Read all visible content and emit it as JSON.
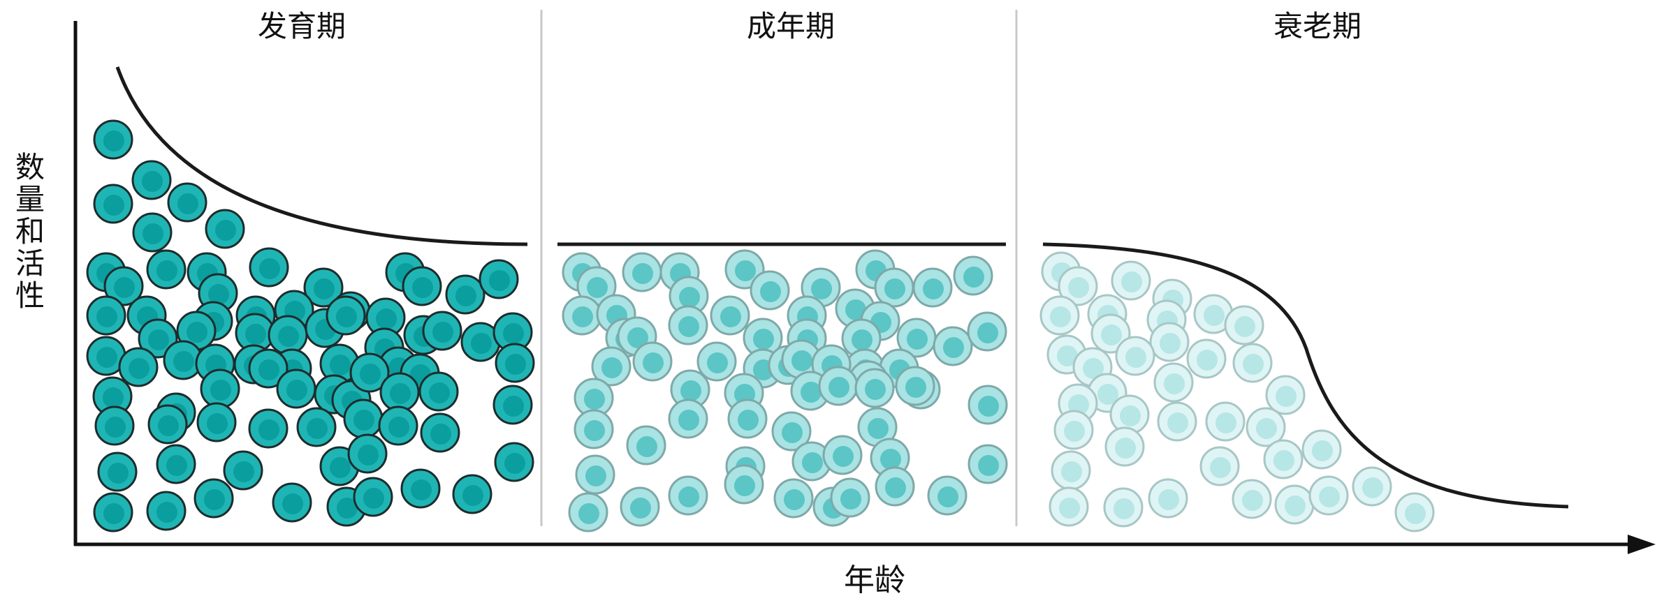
{
  "labels": {
    "phase_1": "发育期",
    "phase_2": "成年期",
    "phase_3": "衰老期",
    "x_axis": "年龄",
    "y_axis": "数量和活性"
  },
  "colors": {
    "axis": "#111111",
    "divider": "#c8c8c8",
    "curve": "#1a1a1a",
    "phase_1_ring": "#1fb5b5",
    "phase_1_core": "#0a9e9e",
    "phase_1_stroke": "#1e2c2c",
    "phase_2_ring": "#a9e3e3",
    "phase_2_core": "#5cc5c5",
    "phase_2_stroke": "#7fa8a8",
    "phase_3_ring": "#dff4f4",
    "phase_3_core": "#b6e6e6",
    "phase_3_stroke": "#a8c6c6"
  },
  "cell_counts": {
    "phase_1": 69,
    "phase_2": 56,
    "phase_3": 38
  },
  "level_shape": {
    "phase_1": "decreasing",
    "phase_2": "flat",
    "phase_3": "decreasing"
  }
}
